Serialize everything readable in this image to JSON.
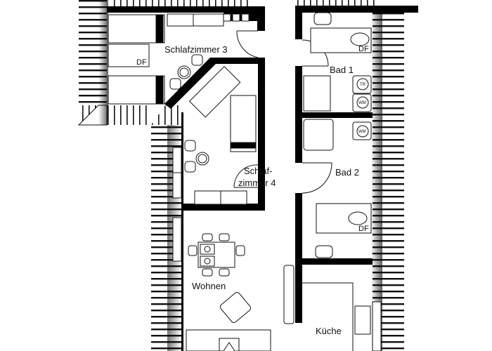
{
  "rooms": {
    "schlafzimmer3": "Schlafzimmer 3",
    "schlafzimmer4_line1": "Schlaf-",
    "schlafzimmer4_line2": "zimmer 4",
    "bad1": "Bad 1",
    "bad2": "Bad 2",
    "wohnen": "Wohnen",
    "kueche": "Küche"
  },
  "annotations": {
    "df_sz3": "DF",
    "df_bad1": "DF",
    "df_bad2": "DF",
    "tr": "TR",
    "wm_bad1": "WM",
    "wm_bad2": "WM"
  },
  "colors": {
    "wall": "#000000",
    "line": "#222222",
    "background": "#ffffff"
  }
}
